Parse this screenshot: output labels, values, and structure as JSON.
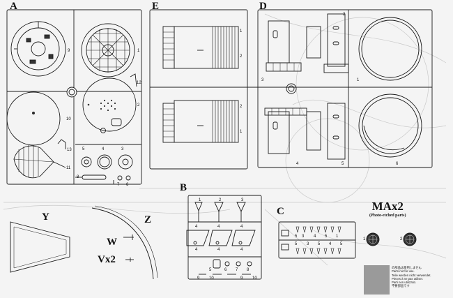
{
  "sprues": {
    "a": "A",
    "e": "E",
    "d": "D",
    "b": "B",
    "c": "C"
  },
  "loose_parts": {
    "y": "Y",
    "z": "Z",
    "w": "W",
    "v": "Vx2"
  },
  "photo_etch": {
    "title": "MAx2",
    "subtitle": "(Photo-etched parts)",
    "part1": "1",
    "part2": "2"
  },
  "part_numbers": {
    "a": [
      "9",
      "1",
      "12",
      "10",
      "2",
      "13",
      "11",
      "5",
      "4",
      "3",
      "8",
      "7",
      "6"
    ],
    "e": [
      "1",
      "2",
      "2",
      "1"
    ],
    "d": [
      "2",
      "3",
      "1",
      "5",
      "4",
      "6"
    ],
    "b": [
      "1",
      "2",
      "3",
      "4",
      "4",
      "4",
      "4",
      "4",
      "4",
      "5",
      "6",
      "7",
      "8",
      "9",
      "9",
      "10",
      "10"
    ],
    "c": [
      "5",
      "3",
      "4",
      "5",
      "1",
      "5",
      "3",
      "5",
      "4",
      "5"
    ]
  },
  "legend": {
    "colors": {
      "swatch": "#9a9a9a"
    },
    "lines": [
      "の部品は使用しません",
      "Parts not for use.",
      "Teile werden nicht verwendet.",
      "Pieces à ne pas utiliser.",
      "Parti non utilizzati.",
      "不要部品です"
    ]
  }
}
